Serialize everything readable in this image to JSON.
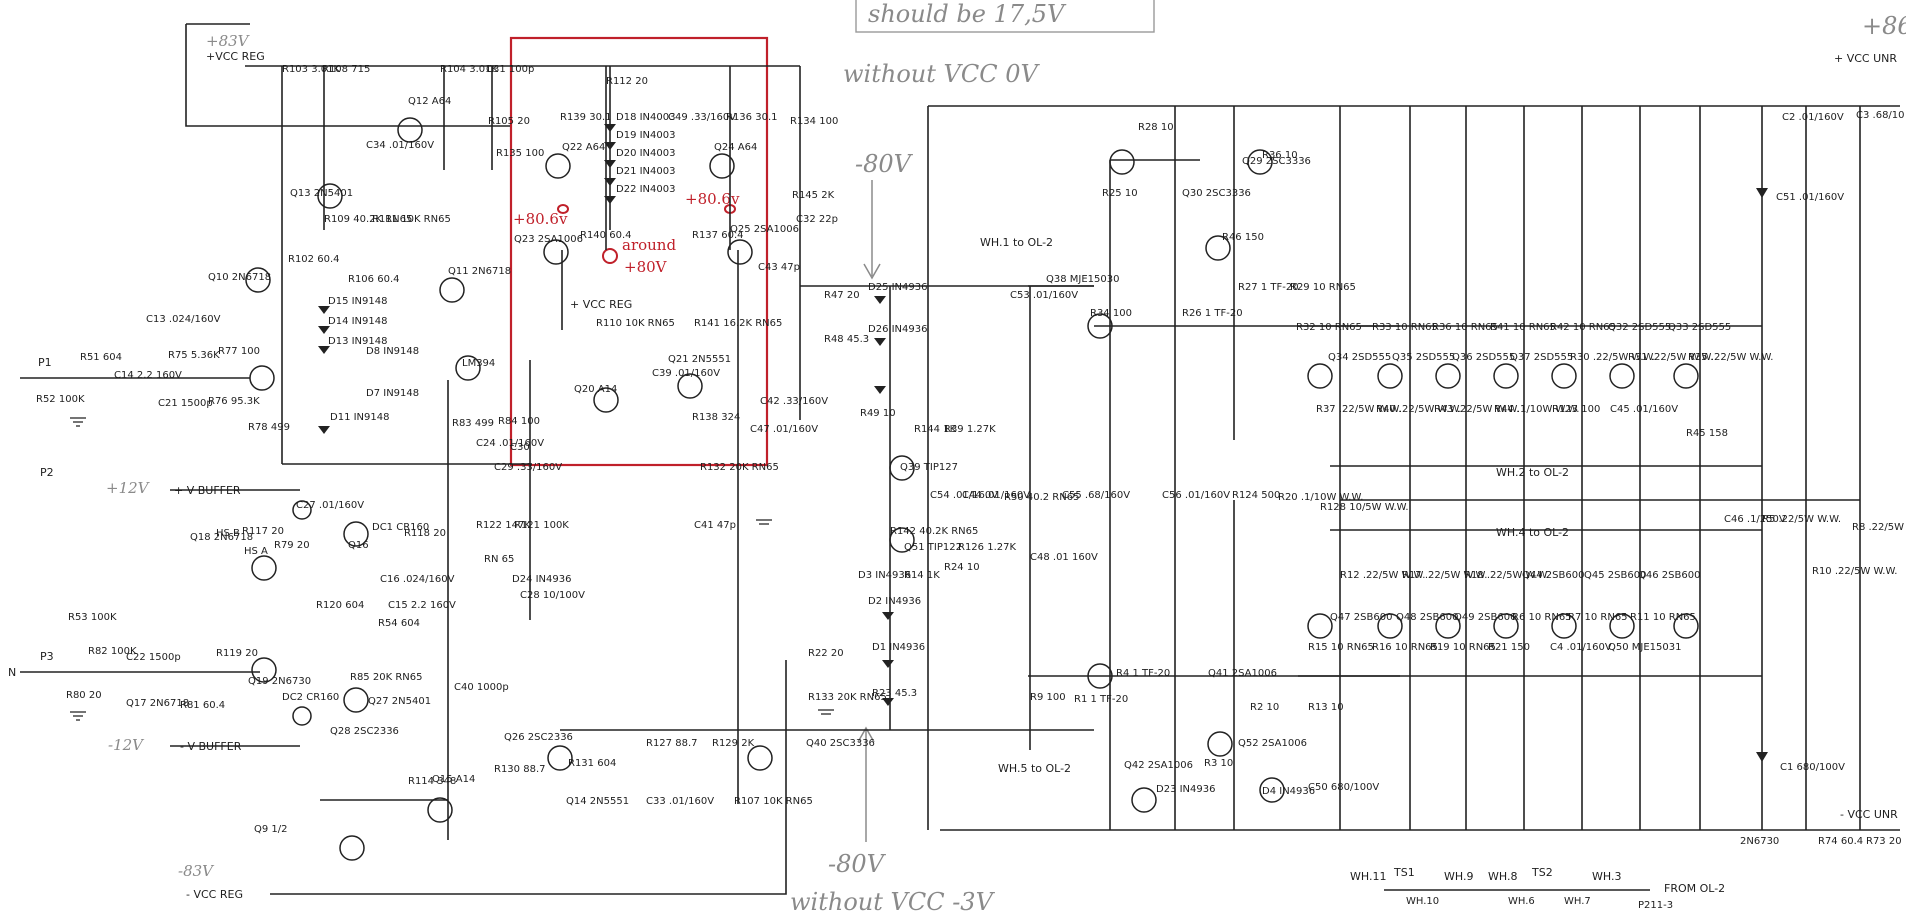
{
  "handwritten": {
    "top_note": "should be 17,5V",
    "without_vcc_top": "without VCC 0V",
    "minus80_top": "-80V",
    "minus80_bottom": "-80V",
    "without_vcc_bottom": "without VCC -3V",
    "plus83": "+83V",
    "plus86": "+86",
    "plus12": "+12V",
    "minus12": "-12V",
    "minus83": "-83V"
  },
  "annotations": {
    "v806_left": "+80.6v",
    "v806_right": "+80.6v",
    "around": "around",
    "plus80": "+80V",
    "accent_color": "#c0202a"
  },
  "rails": {
    "vcc_reg_top": "+VCC REG",
    "vcc_reg_bottom": "- VCC REG",
    "vcc_reg_mid": "+ VCC REG",
    "v_buffer_pos": "+ V BUFFER",
    "v_buffer_neg": "- V BUFFER",
    "vcc_unr_top": "+ VCC UNR",
    "vcc_unr_bottom": "- VCC UNR"
  },
  "ports": [
    "P1",
    "P2",
    "P3",
    "N"
  ],
  "wh_labels": [
    "WH.1 to OL-2",
    "WH.2 to OL-2",
    "WH.4 to OL-2",
    "WH.5 to OL-2"
  ],
  "footer": {
    "wh_chain": [
      "WH.11",
      "TS1",
      "WH.9",
      "WH.8",
      "TS2",
      "WH.3"
    ],
    "wh_chain_bottom": [
      "WH.10",
      "WH.6",
      "WH.7",
      "P211-3"
    ],
    "from": "FROM OL-2"
  },
  "component_labels": [
    "R103 3.01K",
    "R108 715",
    "Q12 A64",
    "R104 3.01K",
    "C31 100p",
    "R112 20",
    "R139 30.1",
    "D18 IN4003",
    "D19 IN4003",
    "D20 IN4003",
    "D21 IN4003",
    "D22 IN4003",
    "C49 .33/160V",
    "R136 30.1",
    "R134 100",
    "R105 20",
    "R135 100",
    "Q22 A64",
    "Q24 A64",
    "R145 2K",
    "C32 22p",
    "C34 .01/160V",
    "Q13 2N5401",
    "R109 40.2K RN65",
    "R111 10K RN65",
    "Q23 2SA1006",
    "R140 60.4",
    "R137 60.4",
    "Q25 2SA1006",
    "C43 47p",
    "Q10 2N6718",
    "R102 60.4",
    "R106 60.4",
    "Q11 2N6718",
    "D15 IN9148",
    "D14 IN9148",
    "D13 IN9148",
    "D8 IN9148",
    "D7 IN9148",
    "D11 IN9148",
    "LM394",
    "R110 10K RN65",
    "R141 16.2K RN65",
    "Q21 2N5551",
    "Q20 A14",
    "C39 .01/160V",
    "R138 324",
    "C42 .33/160V",
    "C47 .01/160V",
    "R51 604",
    "R52 100K",
    "C14 2.2 160V",
    "C13 .024/160V",
    "C21 1500p",
    "R75 5.36K",
    "R76 95.3K",
    "R77 100",
    "R78 499",
    "R83 499",
    "R84 100",
    "C30",
    "C24 .01/160V",
    "C29 .33/160V",
    "R122 147K",
    "R121 100K",
    "RN 65",
    "C28 10/100V",
    "D24 IN4936",
    "D25 IN4936",
    "D26 IN4936",
    "R47 20",
    "R48 45.3",
    "R49 10",
    "R144 1K",
    "R39 1.27K",
    "Q39 TIP127",
    "C54 .01/160V",
    "C44 .01/160V",
    "R142 40.2K RN65",
    "Q51 TIP122",
    "R14 1K",
    "R126 1.27K",
    "R24 10",
    "D3 IN4936",
    "D2 IN4936",
    "D1 IN4936",
    "R23 45.3",
    "R22 20",
    "R133 20K RN65",
    "R132 20K RN65",
    "C41 47p",
    "Q40 2SC3336",
    "R28 10",
    "Q29 2SC3336",
    "R36 10",
    "R25 10",
    "Q30 2SC3336",
    "R46 150",
    "C53 .01/160V",
    "Q38 MJE15030",
    "R34 100",
    "R26 1 TF-20",
    "R27 1 TF-20",
    "R29 10 RN65",
    "R32 10 RN65",
    "R33 10 RN65",
    "R36 10 RN65",
    "R41 10 RN65",
    "R42 10 RN65",
    "Q32 2SD555",
    "Q33 2SD555",
    "Q34 2SD555",
    "Q35 2SD555",
    "Q36 2SD555",
    "Q37 2SD555",
    "R30 .22/5W W.W.",
    "R31 .22/5W W.W.",
    "R35 .22/5W W.W.",
    "R37 .22/5W W.W.",
    "R40 .22/5W W.W.",
    "R43 .22/5W W.W.",
    "R44 .1/10W W.W.",
    "R123 100",
    "C45 .01/160V",
    "R45 158",
    "R50 40.2 RN65",
    "C55 .68/160V",
    "C56 .01/160V",
    "R124 500",
    "R20 .1/10W W.W.",
    "R128 10/5W W.W.",
    "C48 .01 160V",
    "C46 .1/250V",
    "R5 .22/5W W.W.",
    "R8 .22/5W W.W.",
    "R10 .22/5W W.W.",
    "R12 .22/5W W.W.",
    "R17 .22/5W W.W.",
    "R18 .22/5W W.W.",
    "Q44 2SB600",
    "Q45 2SB600",
    "Q46 2SB600",
    "Q47 2SB600",
    "Q48 2SB600",
    "Q49 2SB600",
    "R6 10 RN65",
    "R7 10 RN65",
    "R11 10 RN65",
    "R15 10 RN65",
    "R16 10 RN65",
    "R19 10 RN65",
    "R21 150",
    "C4 .01/160V",
    "Q50 MJE15031",
    "R9 100",
    "R1 1 TF-20",
    "R4 1 TF-20",
    "Q41 2SA1006",
    "R2 10",
    "R13 10",
    "Q52 2SA1006",
    "R3 10",
    "Q42 2SA1006",
    "D23 IN4936",
    "D4 IN4936",
    "C50 680/100V",
    "C51 .01/160V",
    "C1 680/100V",
    "C2 .01/160V",
    "C3 .68/10",
    "2N6730",
    "R74 60.4",
    "R73 20",
    "Q18 2N6718",
    "R79 20",
    "Q16",
    "DC1 CR160",
    "HS A",
    "HS B",
    "C27 .01/160V",
    "R117 20",
    "R118 20",
    "R120 604",
    "C16 .024/160V",
    "R54 604",
    "C15 2.2 160V",
    "R53 100K",
    "R82 100K",
    "C22 1500p",
    "R80 20",
    "Q17 2N6718",
    "R81 60.4",
    "R119 20",
    "Q19 2N6730",
    "DC2 CR160",
    "R85 20K RN65",
    "Q27 2N5401",
    "Q28 2SC2336",
    "C40 1000p",
    "Q26 2SC2336",
    "R131 604",
    "R127 88.7",
    "R129 2K",
    "R130 88.7",
    "Q14 2N5551",
    "C33 .01/160V",
    "R107 10K RN65",
    "Q15 A14",
    "R114 348",
    "Q9 1/2"
  ]
}
